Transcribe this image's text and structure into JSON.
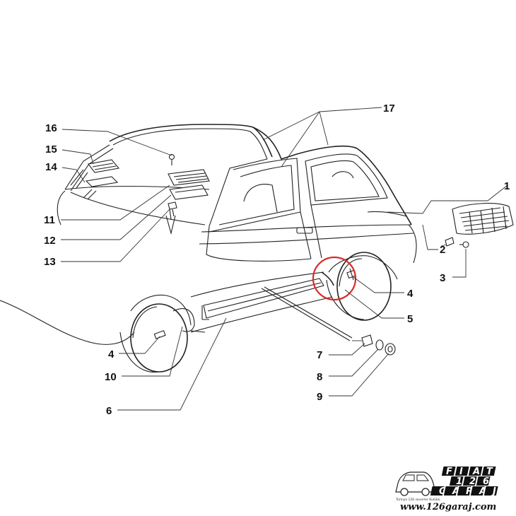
{
  "callouts": {
    "c1": "1",
    "c2": "2",
    "c3": "3",
    "c4a": "4",
    "c4b": "4",
    "c5": "5",
    "c6": "6",
    "c7": "7",
    "c8": "8",
    "c9": "9",
    "c10": "10",
    "c11": "11",
    "c12": "12",
    "c13": "13",
    "c14": "14",
    "c15": "15",
    "c16": "16",
    "c17": "17"
  },
  "highlight": {
    "color": "#d92b2b"
  },
  "logo": {
    "tiles": [
      "F",
      "I",
      "A",
      "T",
      "1",
      "2",
      "6",
      "G",
      "A",
      "R",
      "A",
      "J"
    ],
    "tagline": "Türkiye 126 severler Kulübü",
    "url": "www.126garaj.com"
  }
}
